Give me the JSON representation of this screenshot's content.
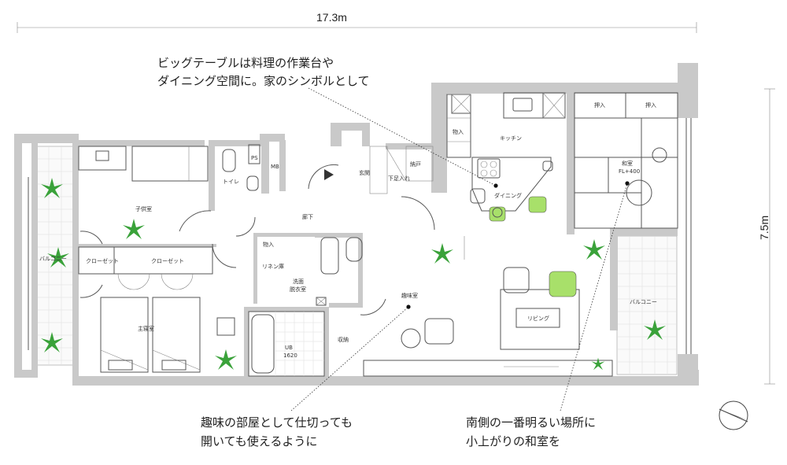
{
  "dimensions": {
    "width_label": "17.3m",
    "depth_label": "7.5m"
  },
  "callouts": [
    {
      "id": "big-table",
      "lines": [
        "ビッグテーブルは料理の作業台や",
        "ダイニング空間に。家のシンボルとして"
      ]
    },
    {
      "id": "hobby-room",
      "lines": [
        "趣味の部屋として仕切っても",
        "開いても使えるように"
      ]
    },
    {
      "id": "washitsu",
      "lines": [
        "南側の一番明るい場所に",
        "小上がりの和室を"
      ]
    }
  ],
  "rooms": {
    "kitchen": "キッチン",
    "dining": "ダイニング",
    "living": "リビング",
    "washitsu_title": "和室",
    "washitsu_level": "FL+400",
    "oshiire_1": "押入",
    "oshiire_2": "押入",
    "kids_room": "子供室",
    "master_bedroom": "主寝室",
    "hobby_room": "趣味室",
    "corridor": "廊下",
    "entrance": "玄関",
    "shoe_storage": "下足入れ",
    "closet_storage": "納戸",
    "toilet": "トイレ",
    "ps": "PS",
    "meter_box": "MB",
    "wash_room_line1": "洗面",
    "wash_room_line2": "脱衣室",
    "linen": "リネン庫",
    "storage_small_1": "物入",
    "storage_small_2": "物入",
    "storage": "収納",
    "ub_line1": "UB",
    "ub_line2": "1620",
    "closet_1": "クローゼット",
    "closet_2": "クローゼット",
    "balcony_left": "バルコニー",
    "balcony_right": "バルコニー"
  }
}
